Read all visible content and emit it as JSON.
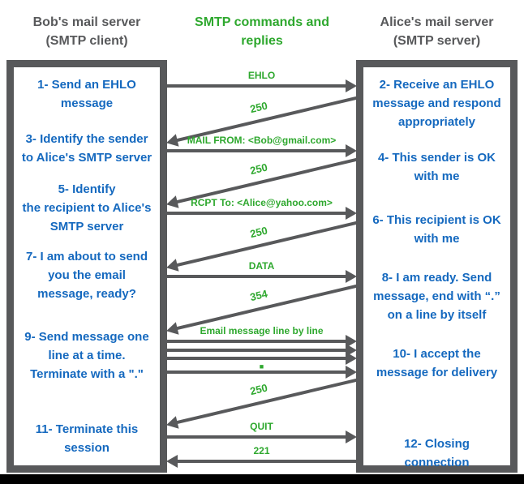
{
  "headers": {
    "client": "Bob's mail server\n(SMTP client)",
    "legend": "SMTP commands and\nreplies",
    "server": "Alice's mail server\n(SMTP server)"
  },
  "client_steps": [
    "1- Send an EHLO\nmessage",
    "3- Identify the sender\nto Alice's SMTP server",
    "5- Identify\nthe recipient to Alice's\nSMTP server",
    "7- I am about to send\nyou the email\nmessage, ready?",
    "9- Send message one\nline at a time.\nTerminate with a \".\"",
    "11- Terminate this\nsession"
  ],
  "server_steps": [
    "2- Receive an EHLO\nmessage and respond\nappropriately",
    "4- This sender is OK\nwith me",
    "6- This recipient is OK\nwith me",
    "8-  I am ready. Send\nmessage, end with “.”\non a line by itself",
    "10-  I accept the\nmessage for delivery",
    "12-  Closing\nconnection"
  ],
  "messages": {
    "ehlo": "EHLO",
    "reply_250_1": "250",
    "mail_from": "MAIL FROM: <Bob@gmail.com>",
    "reply_250_2": "250",
    "rcpt_to": "RCPT To: <Alice@yahoo.com>",
    "reply_250_3": "250",
    "data": "DATA",
    "reply_354": "354",
    "email_lines": "Email message line by line",
    "period_terminator": "■",
    "reply_250_4": "250",
    "quit": "QUIT",
    "reply_221": "221"
  },
  "colors": {
    "step_blue": "#1569BF",
    "command_green": "#2EA82E",
    "arrow_gray": "#58595B",
    "footer_black": "#000000"
  }
}
